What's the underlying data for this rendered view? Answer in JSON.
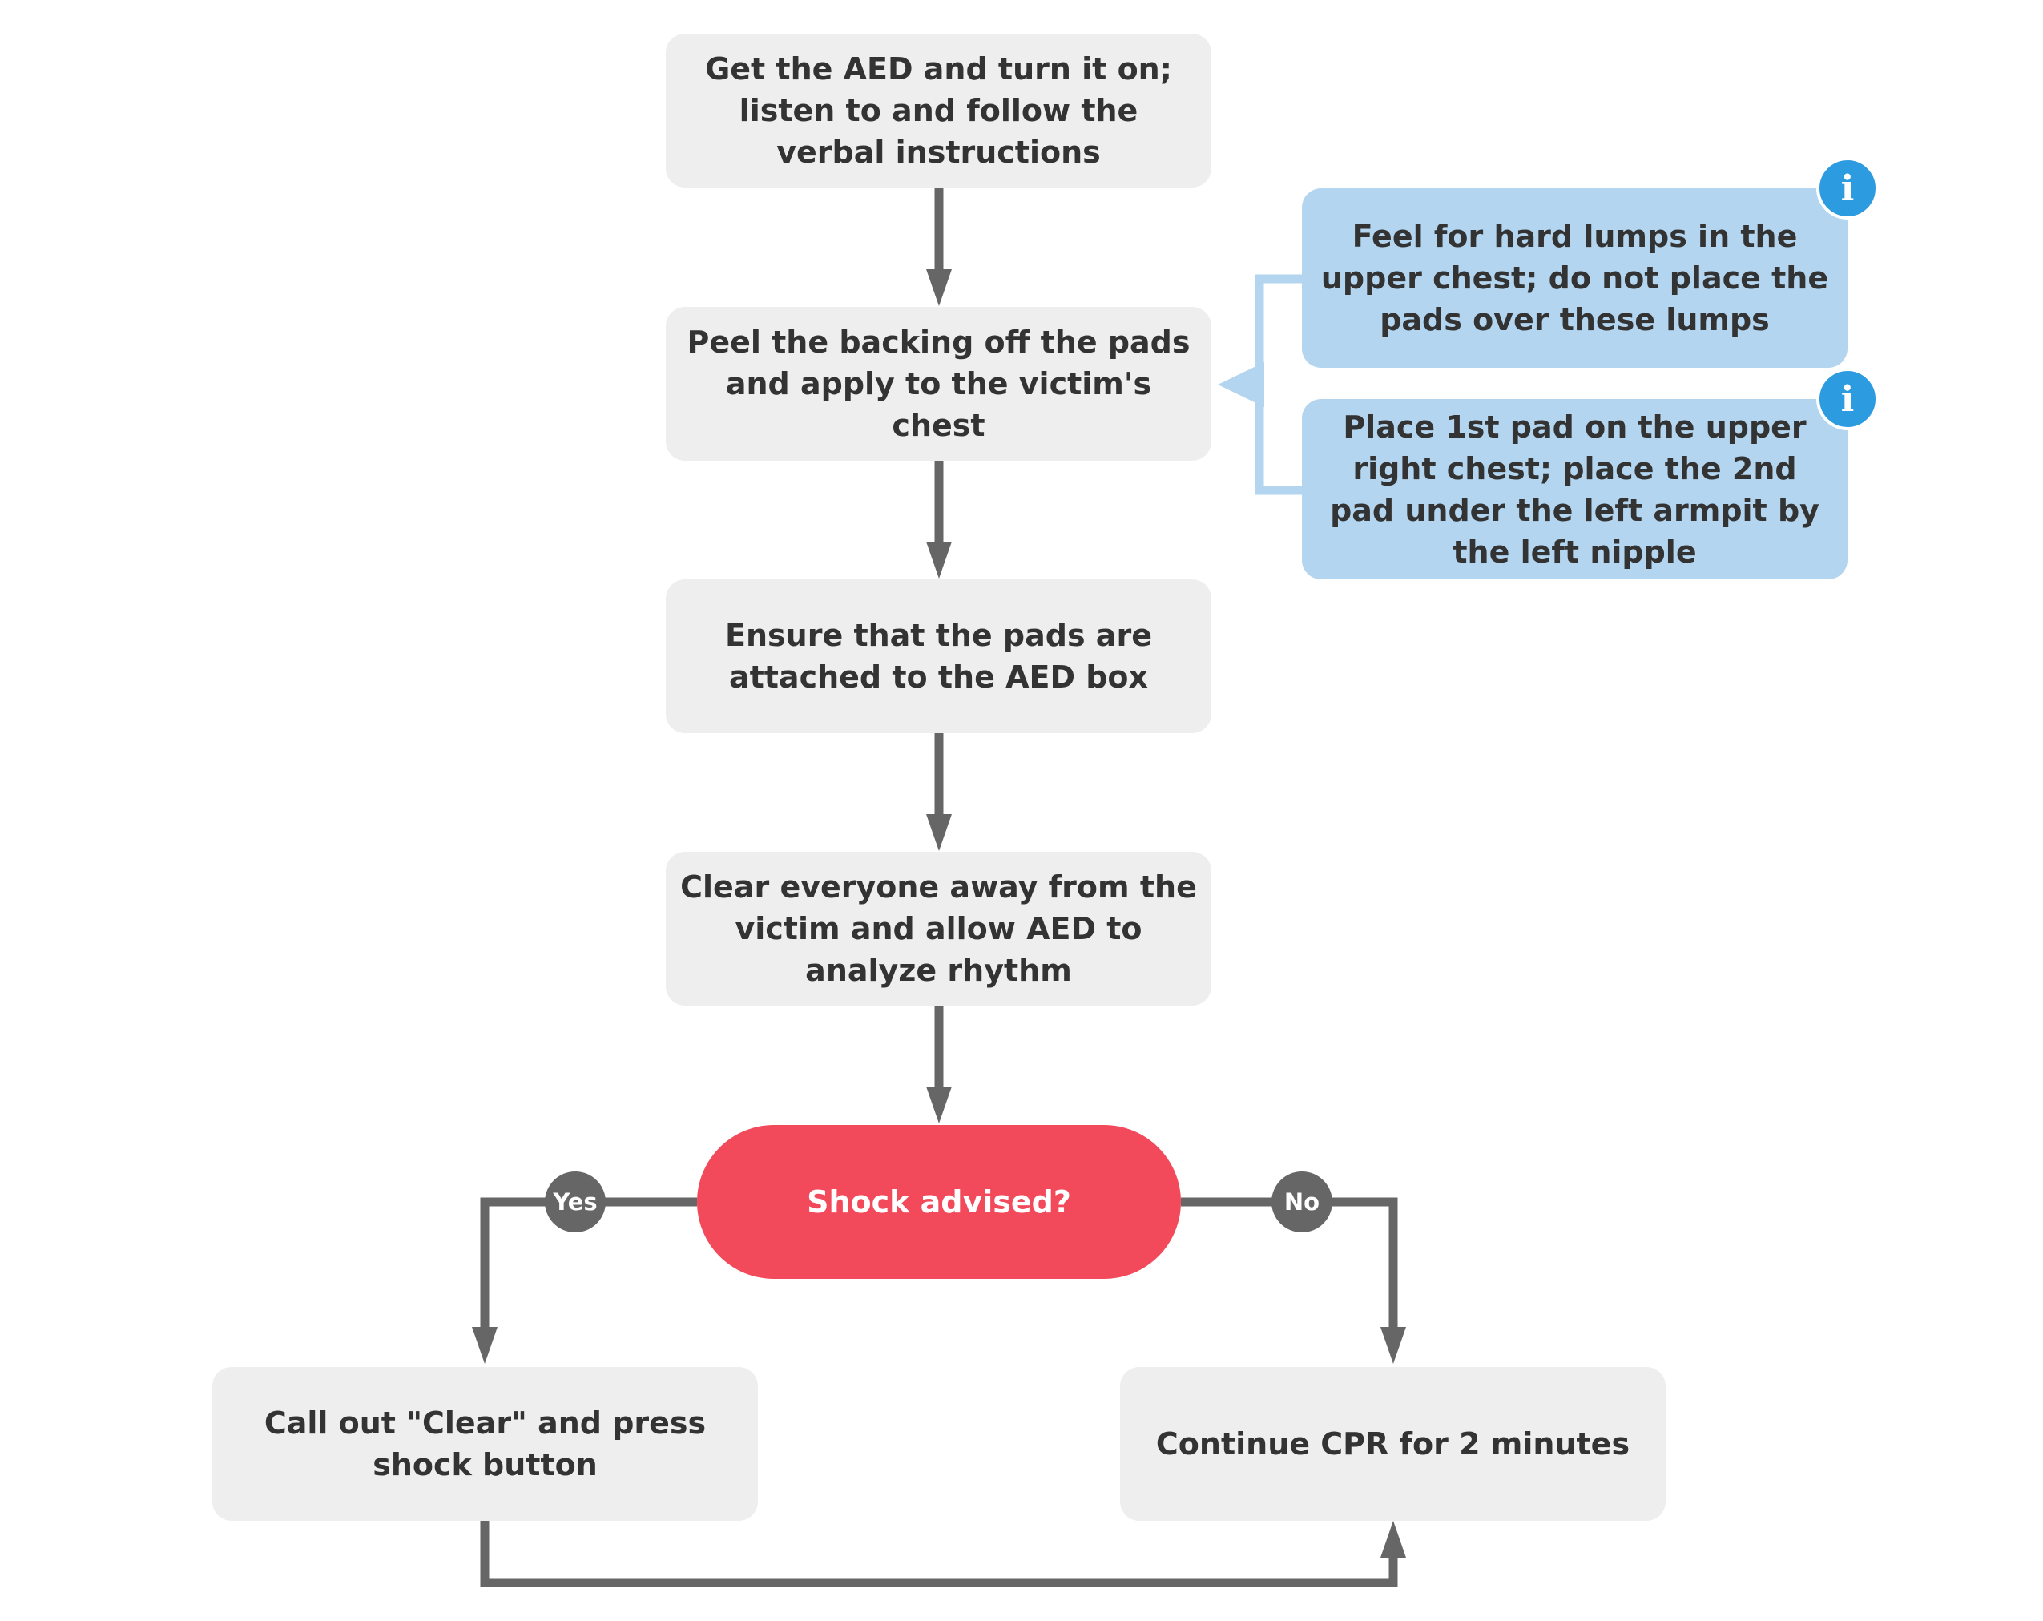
{
  "colors": {
    "step_fill": "#eeeeee",
    "note_fill": "#b3d5ef",
    "decision_fill": "#f2495b",
    "connector": "#666666",
    "note_bracket": "#b3d5ef",
    "info_badge": "#2d9be0",
    "text": "#333333"
  },
  "steps": [
    {
      "text": "Get the AED and turn it on; listen to and follow the verbal instructions"
    },
    {
      "text": "Peel the backing off the pads and apply to the victim's chest"
    },
    {
      "text": "Ensure that the pads are attached to the AED box"
    },
    {
      "text": "Clear everyone away from the victim and allow AED to analyze rhythm"
    }
  ],
  "notes": [
    {
      "text": "Feel for hard lumps in the upper chest; do not place the pads over these lumps",
      "icon": "info-icon"
    },
    {
      "text": "Place 1st pad on the upper right chest; place the 2nd pad under the left armpit by the left nipple",
      "icon": "info-icon"
    }
  ],
  "decision": {
    "text": "Shock advised?"
  },
  "branches": {
    "yes": {
      "label": "Yes",
      "target": "Call out \"Clear\" and press shock button"
    },
    "no": {
      "label": "No",
      "target": "Continue CPR for 2 minutes"
    }
  }
}
